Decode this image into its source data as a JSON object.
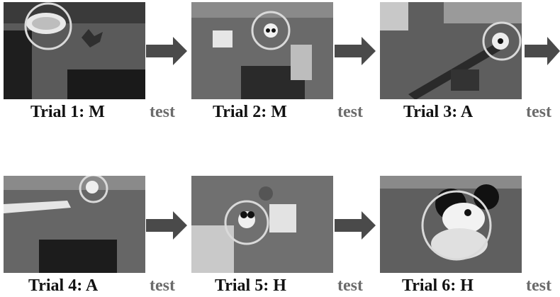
{
  "trials": [
    {
      "label": "Trial 1: M",
      "test": "test"
    },
    {
      "label": "Trial 2: M",
      "test": "test"
    },
    {
      "label": "Trial 3: A",
      "test": "test"
    },
    {
      "label": "Trial 4: A",
      "test": "test"
    },
    {
      "label": "Trial 5: H",
      "test": "test"
    },
    {
      "label": "Trial 6: H",
      "test": "test"
    }
  ],
  "colors": {
    "arrow": "#4a4a4a",
    "test_text": "#6b6b6b",
    "circle": "#d9d9d9"
  }
}
